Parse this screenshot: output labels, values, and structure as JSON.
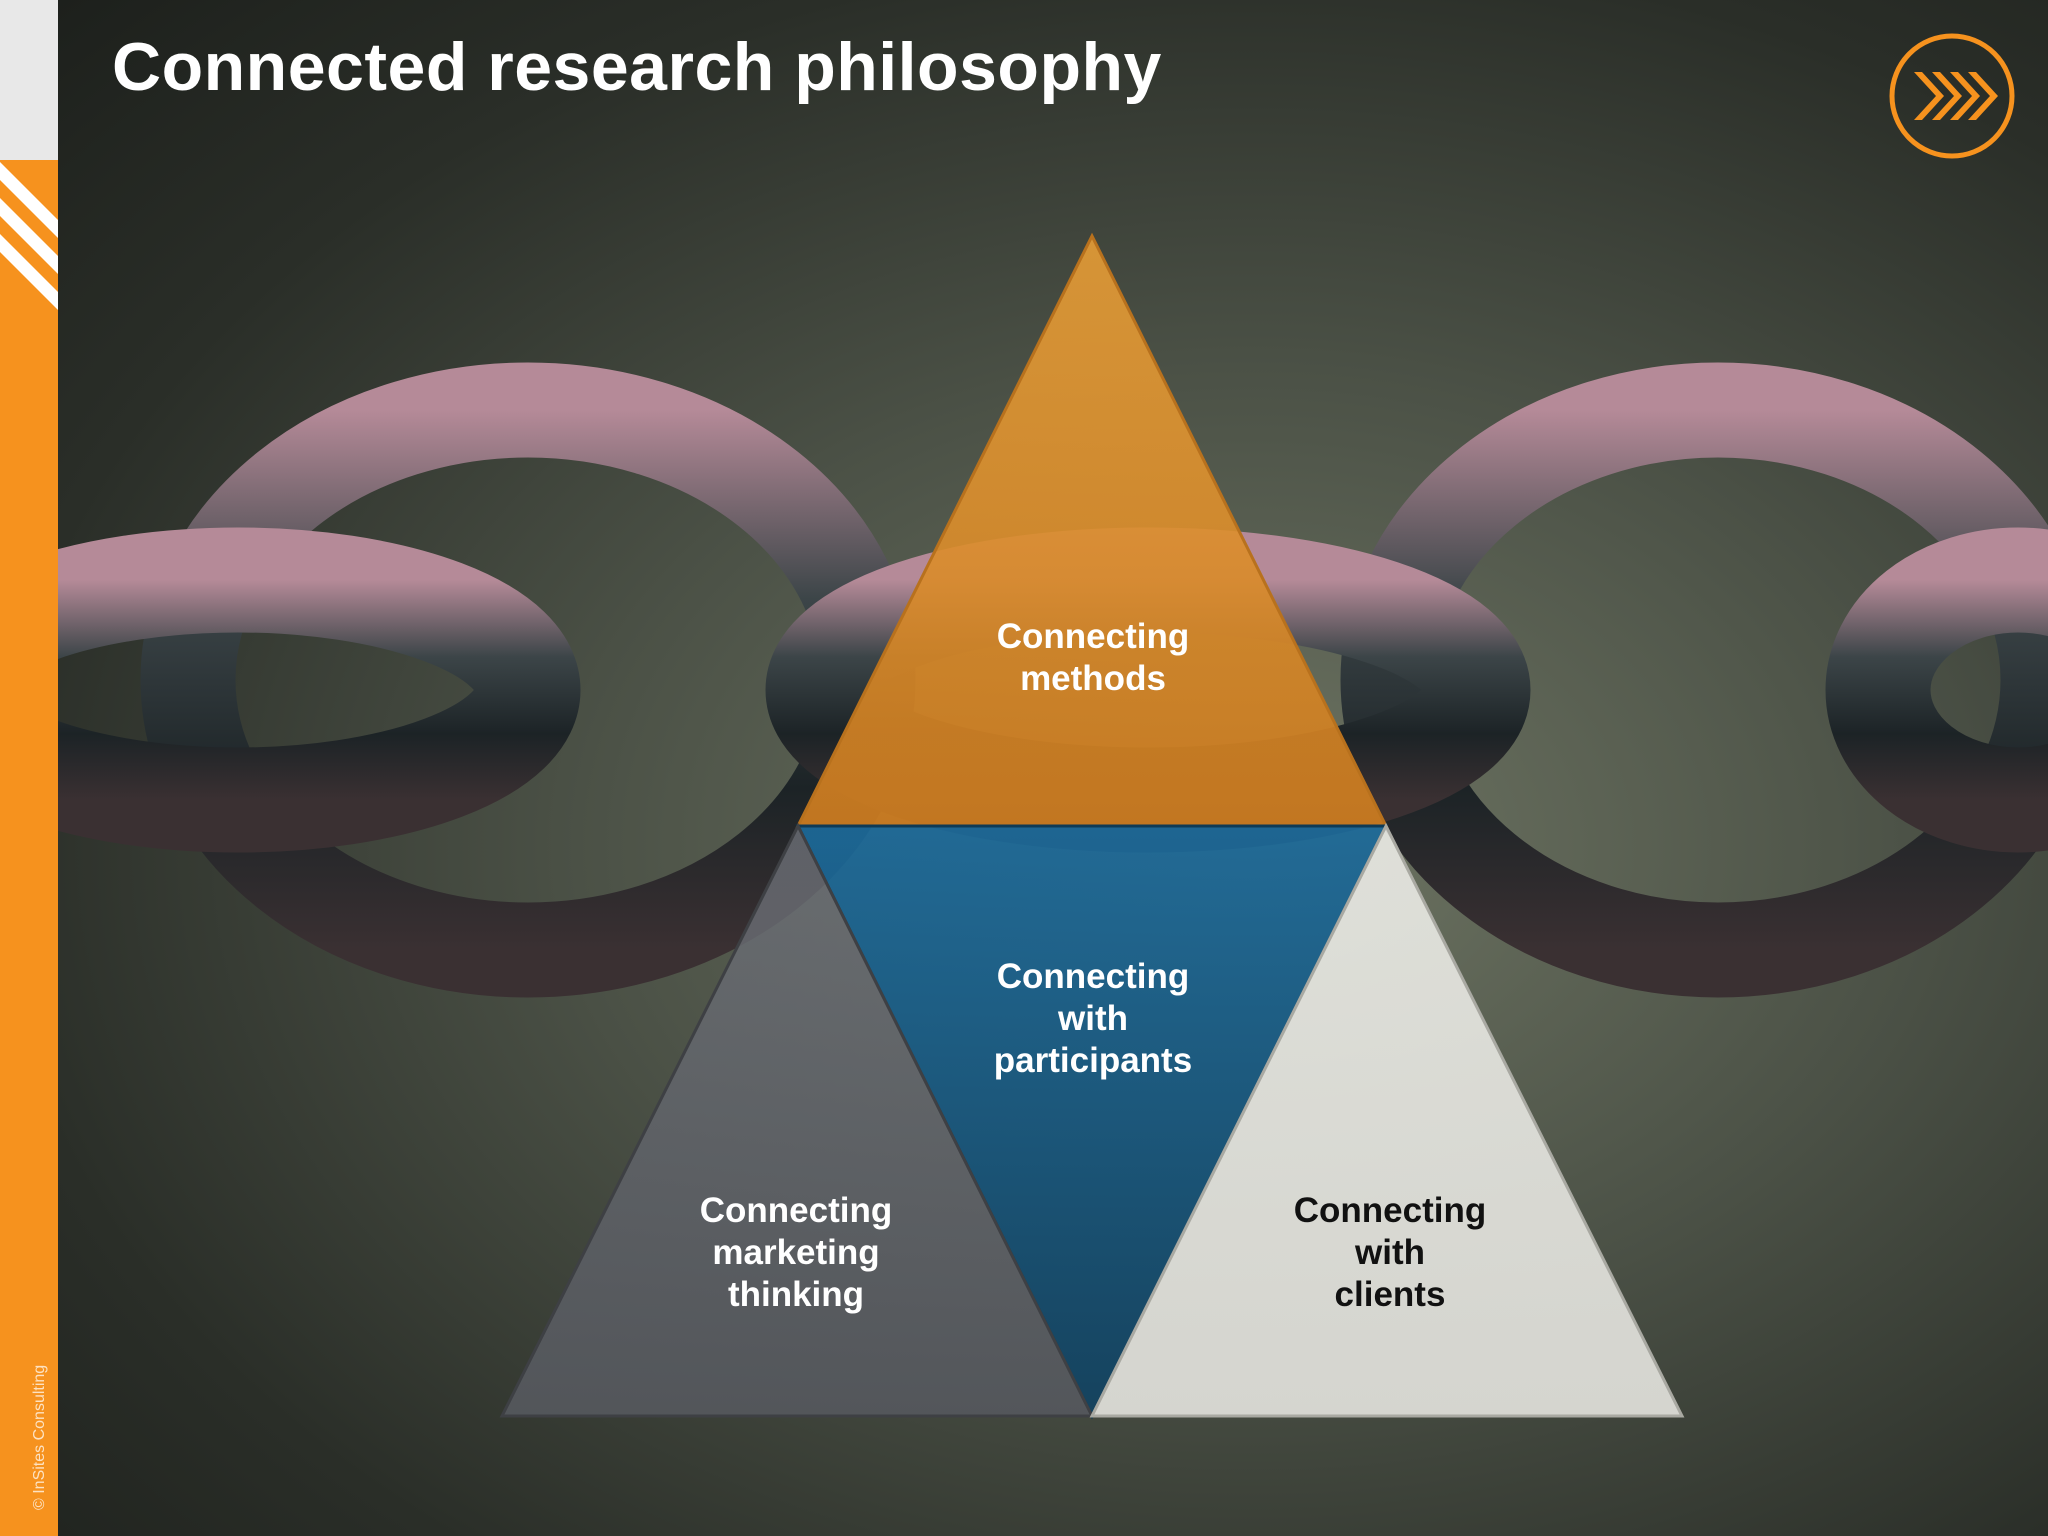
{
  "slide": {
    "title": "Connected research philosophy",
    "copyright": "© InSites Consulting"
  },
  "triangles": {
    "top": "Connecting\nmethods",
    "center": "Connecting\nwith\nparticipants",
    "left": "Connecting\nmarketing\nthinking",
    "right": "Connecting\nwith\nclients"
  },
  "colors": {
    "brand_orange": "#f6921e",
    "triangle_top": "#d98a2a",
    "triangle_center": "#1e5d86",
    "triangle_left": "#5d6066",
    "triangle_right": "#e6e6e0"
  },
  "icons": {
    "logo": "fast-forward-circle-icon",
    "stripes": "diagonal-stripes"
  }
}
